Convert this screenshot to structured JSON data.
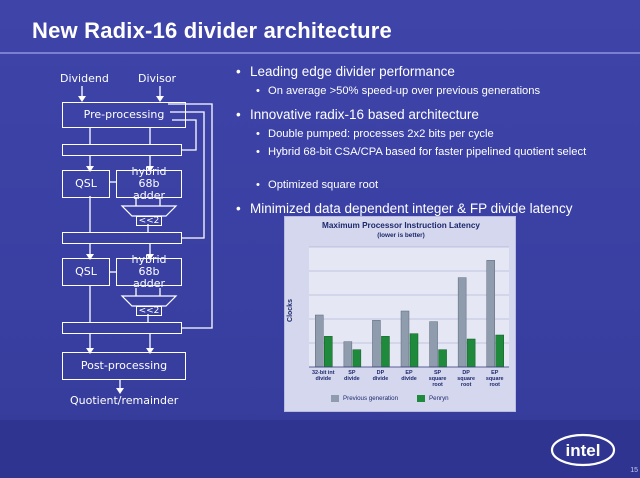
{
  "slide": {
    "title": "New Radix-16 divider architecture",
    "page_number": "15"
  },
  "diagram": {
    "inputs": [
      "Dividend",
      "Divisor"
    ],
    "preprocessing": "Pre-processing",
    "qsl1": "QSL",
    "adder1": "hybrid 68b adder",
    "shift1": "<<2",
    "qsl2": "QSL",
    "adder2": "hybrid 68b adder",
    "shift2": "<<2",
    "postprocessing": "Post-processing",
    "output": "Quotient/remainder"
  },
  "bullets": [
    {
      "text": "Leading edge divider performance",
      "sub": [
        "On average >50% speed-up over previous generations"
      ]
    },
    {
      "text": "Innovative radix-16 based architecture",
      "sub": [
        "Double pumped: processes 2x2 bits per cycle",
        "Hybrid 68-bit CSA/CPA based for faster pipelined quotient select",
        "Optimized square root"
      ]
    },
    {
      "text": "Minimized data dependent integer & FP divide latency",
      "sub": []
    }
  ],
  "chart_data": {
    "type": "bar",
    "title": "Maximum Processor Instruction Latency",
    "subtitle": "(lower is better)",
    "ylabel": "Clocks",
    "categories": [
      "32-bit int divide",
      "SP divide",
      "DP divide",
      "EP divide",
      "SP square root",
      "DP square root",
      "EP square root"
    ],
    "series": [
      {
        "name": "Previous generation",
        "color": "#8e9cae",
        "values": [
          39,
          19,
          35,
          42,
          34,
          67,
          80
        ]
      },
      {
        "name": "Penryn",
        "color": "#1f8a3c",
        "values": [
          23,
          13,
          23,
          25,
          13,
          21,
          24
        ]
      }
    ],
    "ylim": [
      0,
      90
    ],
    "grid": true,
    "legend": "bottom"
  },
  "colors": {
    "background": "#3a3fa0",
    "footer": "#2e348f",
    "intel_blue": "#0b5fb0"
  },
  "logo": {
    "text": "intel"
  }
}
